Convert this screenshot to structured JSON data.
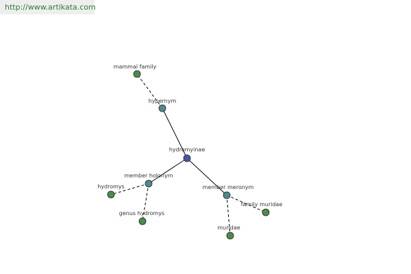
{
  "header": {
    "url": "http://www.artikata.com"
  },
  "colors": {
    "center": "#4a55a8",
    "relation": "#4e8a8a",
    "term": "#4d8a4d"
  },
  "graph": {
    "center": {
      "label": "hydromyinae"
    },
    "relations": [
      {
        "id": "hypernym",
        "label": "hypernym"
      },
      {
        "id": "member-holonym",
        "label": "member holonym"
      },
      {
        "id": "member-meronym",
        "label": "member meronym"
      }
    ],
    "terms": [
      {
        "id": "mammal-family",
        "label": "mammal family",
        "relation": "hypernym"
      },
      {
        "id": "hydromys",
        "label": "hydromys",
        "relation": "member-holonym"
      },
      {
        "id": "genus-hydromys",
        "label": "genus hydromys",
        "relation": "member-holonym"
      },
      {
        "id": "family-muridae",
        "label": "family muridae",
        "relation": "member-meronym"
      },
      {
        "id": "muridae",
        "label": "muridae",
        "relation": "member-meronym"
      }
    ]
  }
}
